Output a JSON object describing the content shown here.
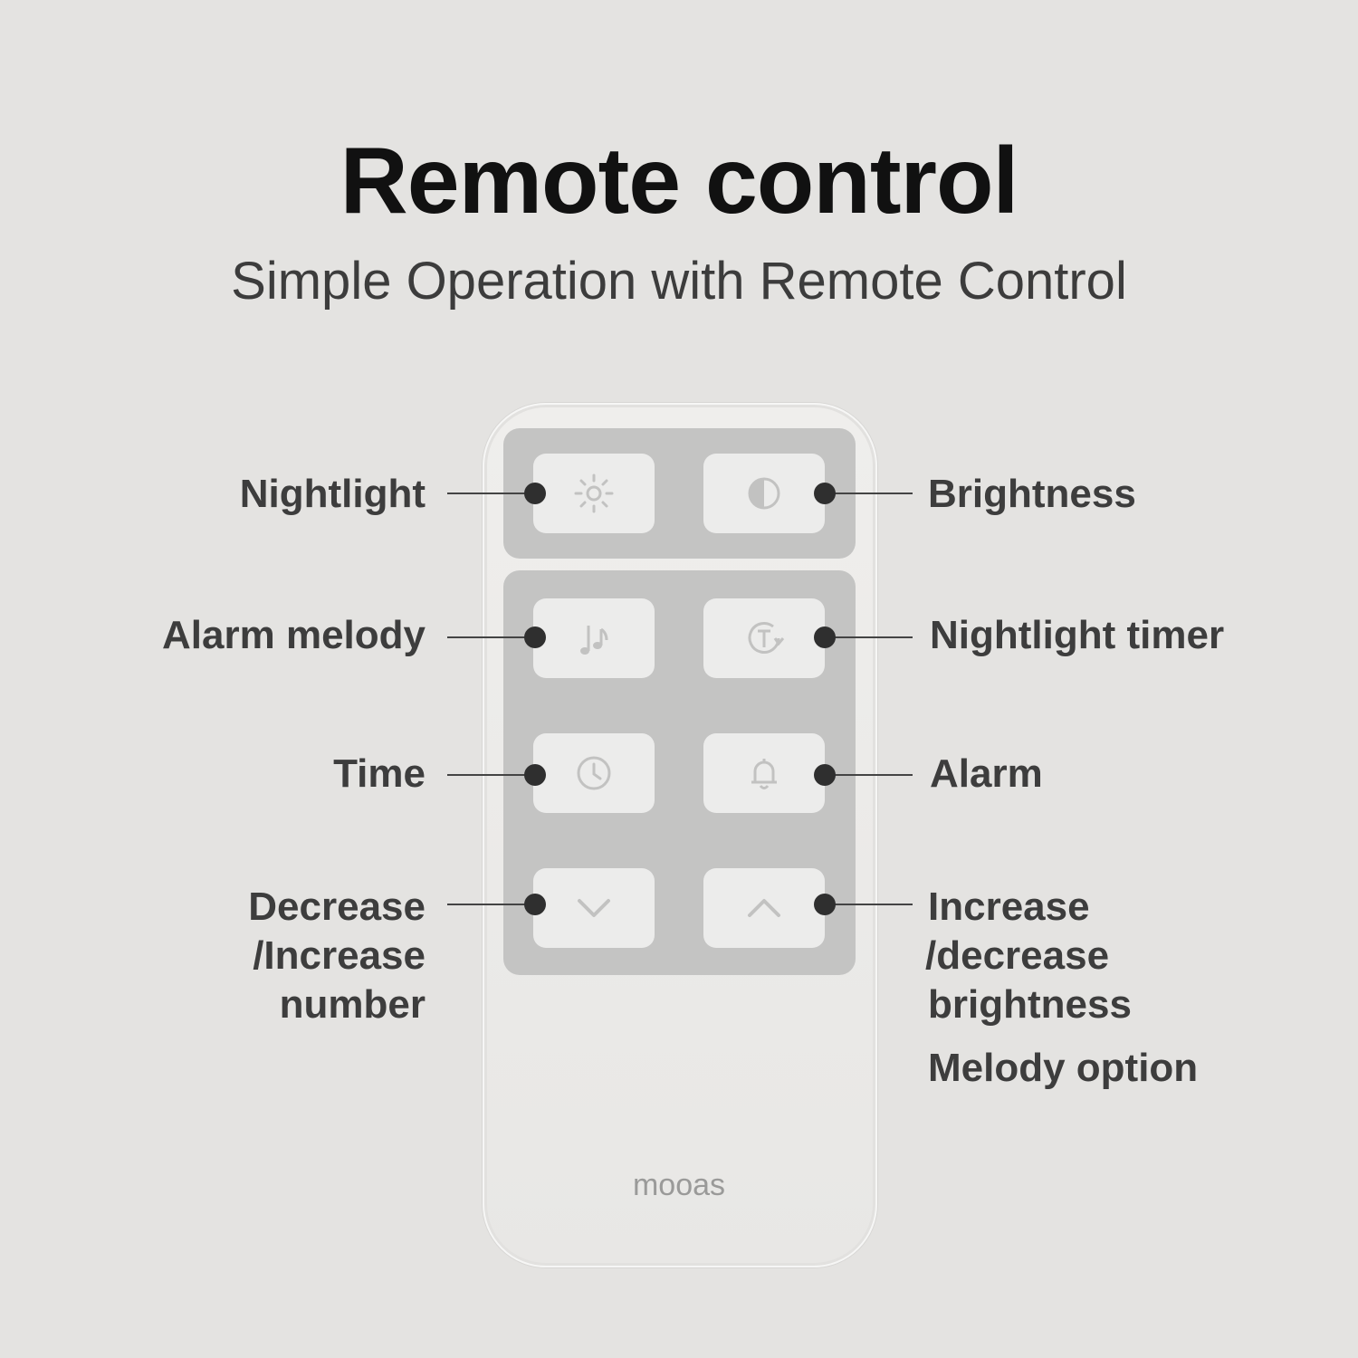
{
  "header": {
    "title": "Remote control",
    "subtitle": "Simple Operation with Remote Control"
  },
  "remote": {
    "brand": "mooas",
    "buttons": [
      {
        "id": "nightlight",
        "icon": "sun-icon"
      },
      {
        "id": "brightness",
        "icon": "half-circle-icon"
      },
      {
        "id": "alarm-melody",
        "icon": "music-note-icon"
      },
      {
        "id": "nightlight-timer",
        "icon": "timer-icon"
      },
      {
        "id": "time",
        "icon": "clock-icon"
      },
      {
        "id": "alarm",
        "icon": "bell-icon"
      },
      {
        "id": "decrease",
        "icon": "chevron-down-icon"
      },
      {
        "id": "increase",
        "icon": "chevron-up-icon"
      }
    ]
  },
  "labels": {
    "nightlight": "Nightlight",
    "brightness": "Brightness",
    "alarm_melody": "Alarm melody",
    "nightlight_timer": "Nightlight timer",
    "time": "Time",
    "alarm": "Alarm",
    "decrease_line1": "Decrease",
    "decrease_line2": "/Increase",
    "decrease_line3": "number",
    "increase_line1": "Increase",
    "increase_line2": "/decrease",
    "increase_line3": "brightness",
    "melody_option": "Melody option"
  },
  "colors": {
    "background": "#e4e3e1",
    "panel": "#c4c4c3",
    "button": "#ececeb",
    "icon": "#c2c2c1",
    "label": "#3d3d3d"
  }
}
